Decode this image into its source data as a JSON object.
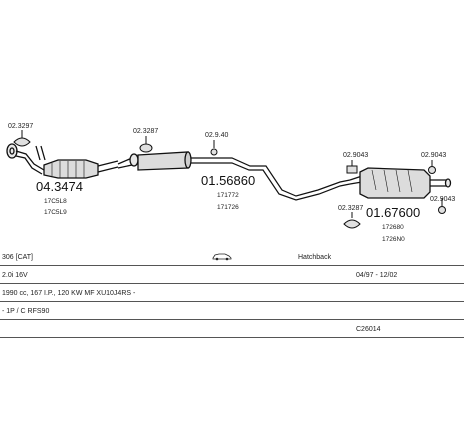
{
  "parts": {
    "left_catalyst": {
      "code": "04.3474",
      "refs": [
        "17C5L8",
        "17C5L9"
      ],
      "clamp": "02.3297"
    },
    "middle_silencer": {
      "clamp": "02.3287"
    },
    "middle_pipe": {
      "code": "01.56860",
      "refs": [
        "171772",
        "171726"
      ],
      "hanger": "02.9.40"
    },
    "rear_silencer": {
      "code": "01.67600",
      "refs": [
        "172680",
        "1726N0"
      ],
      "clamp": "02.3287",
      "hanger_top": "02.9043",
      "hanger_right_top": "02.9043",
      "hanger_right_bottom": "02.9043"
    }
  },
  "info": {
    "model": "306 [CAT]",
    "body_type": "Hatchback",
    "engine": "2.0i 16V",
    "dates": "04/97 - 12/02",
    "specs": "1990 cc, 167 I.P., 120 KW MF XU10J4RS -",
    "extra": "- 1P / C RFS90",
    "catalog_code": "C26014"
  },
  "colors": {
    "line": "#111111",
    "part_fill": "#dcdcdc"
  }
}
